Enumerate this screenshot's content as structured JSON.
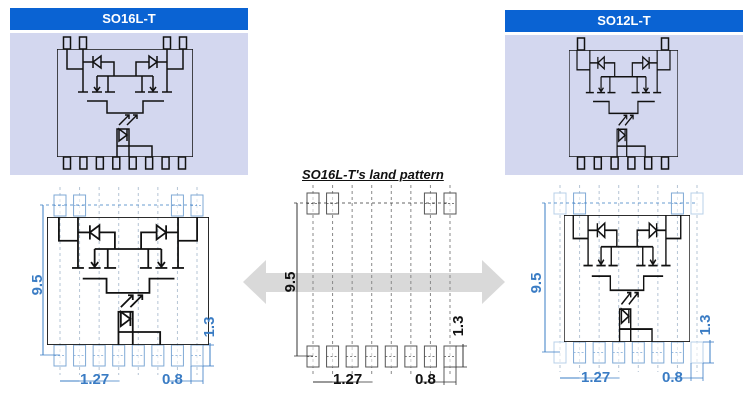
{
  "left": {
    "header": "SO16L-T",
    "bottom_pins": 8,
    "top_pins": 4
  },
  "right": {
    "header": "SO12L-T",
    "bottom_pins": 6,
    "top_pins": 2
  },
  "center": {
    "title": "SO16L-T's land pattern"
  },
  "dimensions": {
    "height": "9.5",
    "pitch": "1.27",
    "pad_width": "0.8",
    "pad_length": "1.3"
  },
  "colors": {
    "header": "#0a63d3",
    "panel": "#d3d7ef",
    "dimension": "#3a7cc4",
    "arrow": "#d9d9d9"
  }
}
